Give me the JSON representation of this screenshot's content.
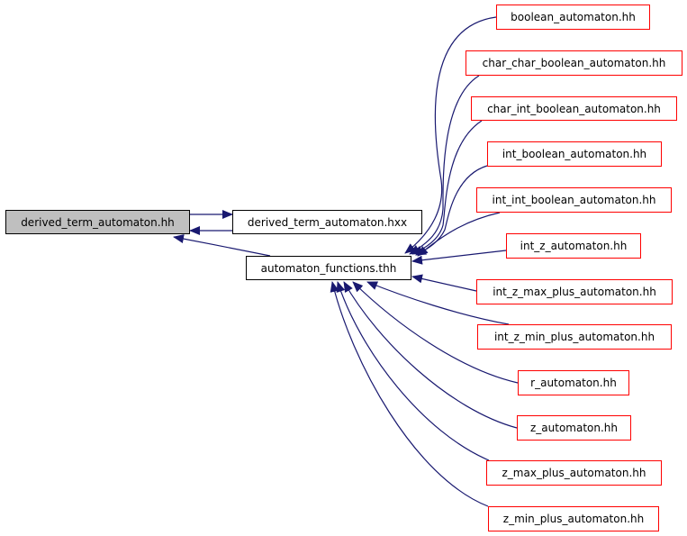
{
  "graph": {
    "type": "include-dependency-graph",
    "colors": {
      "edge": "#191970",
      "root_fill": "#bfbfbf",
      "node_border": "#000000",
      "truncated_border": "#ff0000"
    },
    "root": {
      "id": "root",
      "label": "derived_term_automaton.hh"
    },
    "middle": [
      {
        "id": "hxx",
        "label": "derived_term_automaton.hxx"
      },
      {
        "id": "thh",
        "label": "automaton_functions.thh"
      }
    ],
    "leaves": [
      {
        "id": "l0",
        "label": "boolean_automaton.hh"
      },
      {
        "id": "l1",
        "label": "char_char_boolean_automaton.hh"
      },
      {
        "id": "l2",
        "label": "char_int_boolean_automaton.hh"
      },
      {
        "id": "l3",
        "label": "int_boolean_automaton.hh"
      },
      {
        "id": "l4",
        "label": "int_int_boolean_automaton.hh"
      },
      {
        "id": "l5",
        "label": "int_z_automaton.hh"
      },
      {
        "id": "l6",
        "label": "int_z_max_plus_automaton.hh"
      },
      {
        "id": "l7",
        "label": "int_z_min_plus_automaton.hh"
      },
      {
        "id": "l8",
        "label": "r_automaton.hh"
      },
      {
        "id": "l9",
        "label": "z_automaton.hh"
      },
      {
        "id": "l10",
        "label": "z_max_plus_automaton.hh"
      },
      {
        "id": "l11",
        "label": "z_min_plus_automaton.hh"
      }
    ],
    "edges": [
      {
        "from": "root",
        "to": "hxx"
      },
      {
        "from": "hxx",
        "to": "root"
      },
      {
        "from": "thh",
        "to": "root"
      },
      {
        "from": "l0",
        "to": "thh"
      },
      {
        "from": "l1",
        "to": "thh"
      },
      {
        "from": "l2",
        "to": "thh"
      },
      {
        "from": "l3",
        "to": "thh"
      },
      {
        "from": "l4",
        "to": "thh"
      },
      {
        "from": "l5",
        "to": "thh"
      },
      {
        "from": "l6",
        "to": "thh"
      },
      {
        "from": "l7",
        "to": "thh"
      },
      {
        "from": "l8",
        "to": "thh"
      },
      {
        "from": "l9",
        "to": "thh"
      },
      {
        "from": "l10",
        "to": "thh"
      },
      {
        "from": "l11",
        "to": "thh"
      }
    ]
  }
}
